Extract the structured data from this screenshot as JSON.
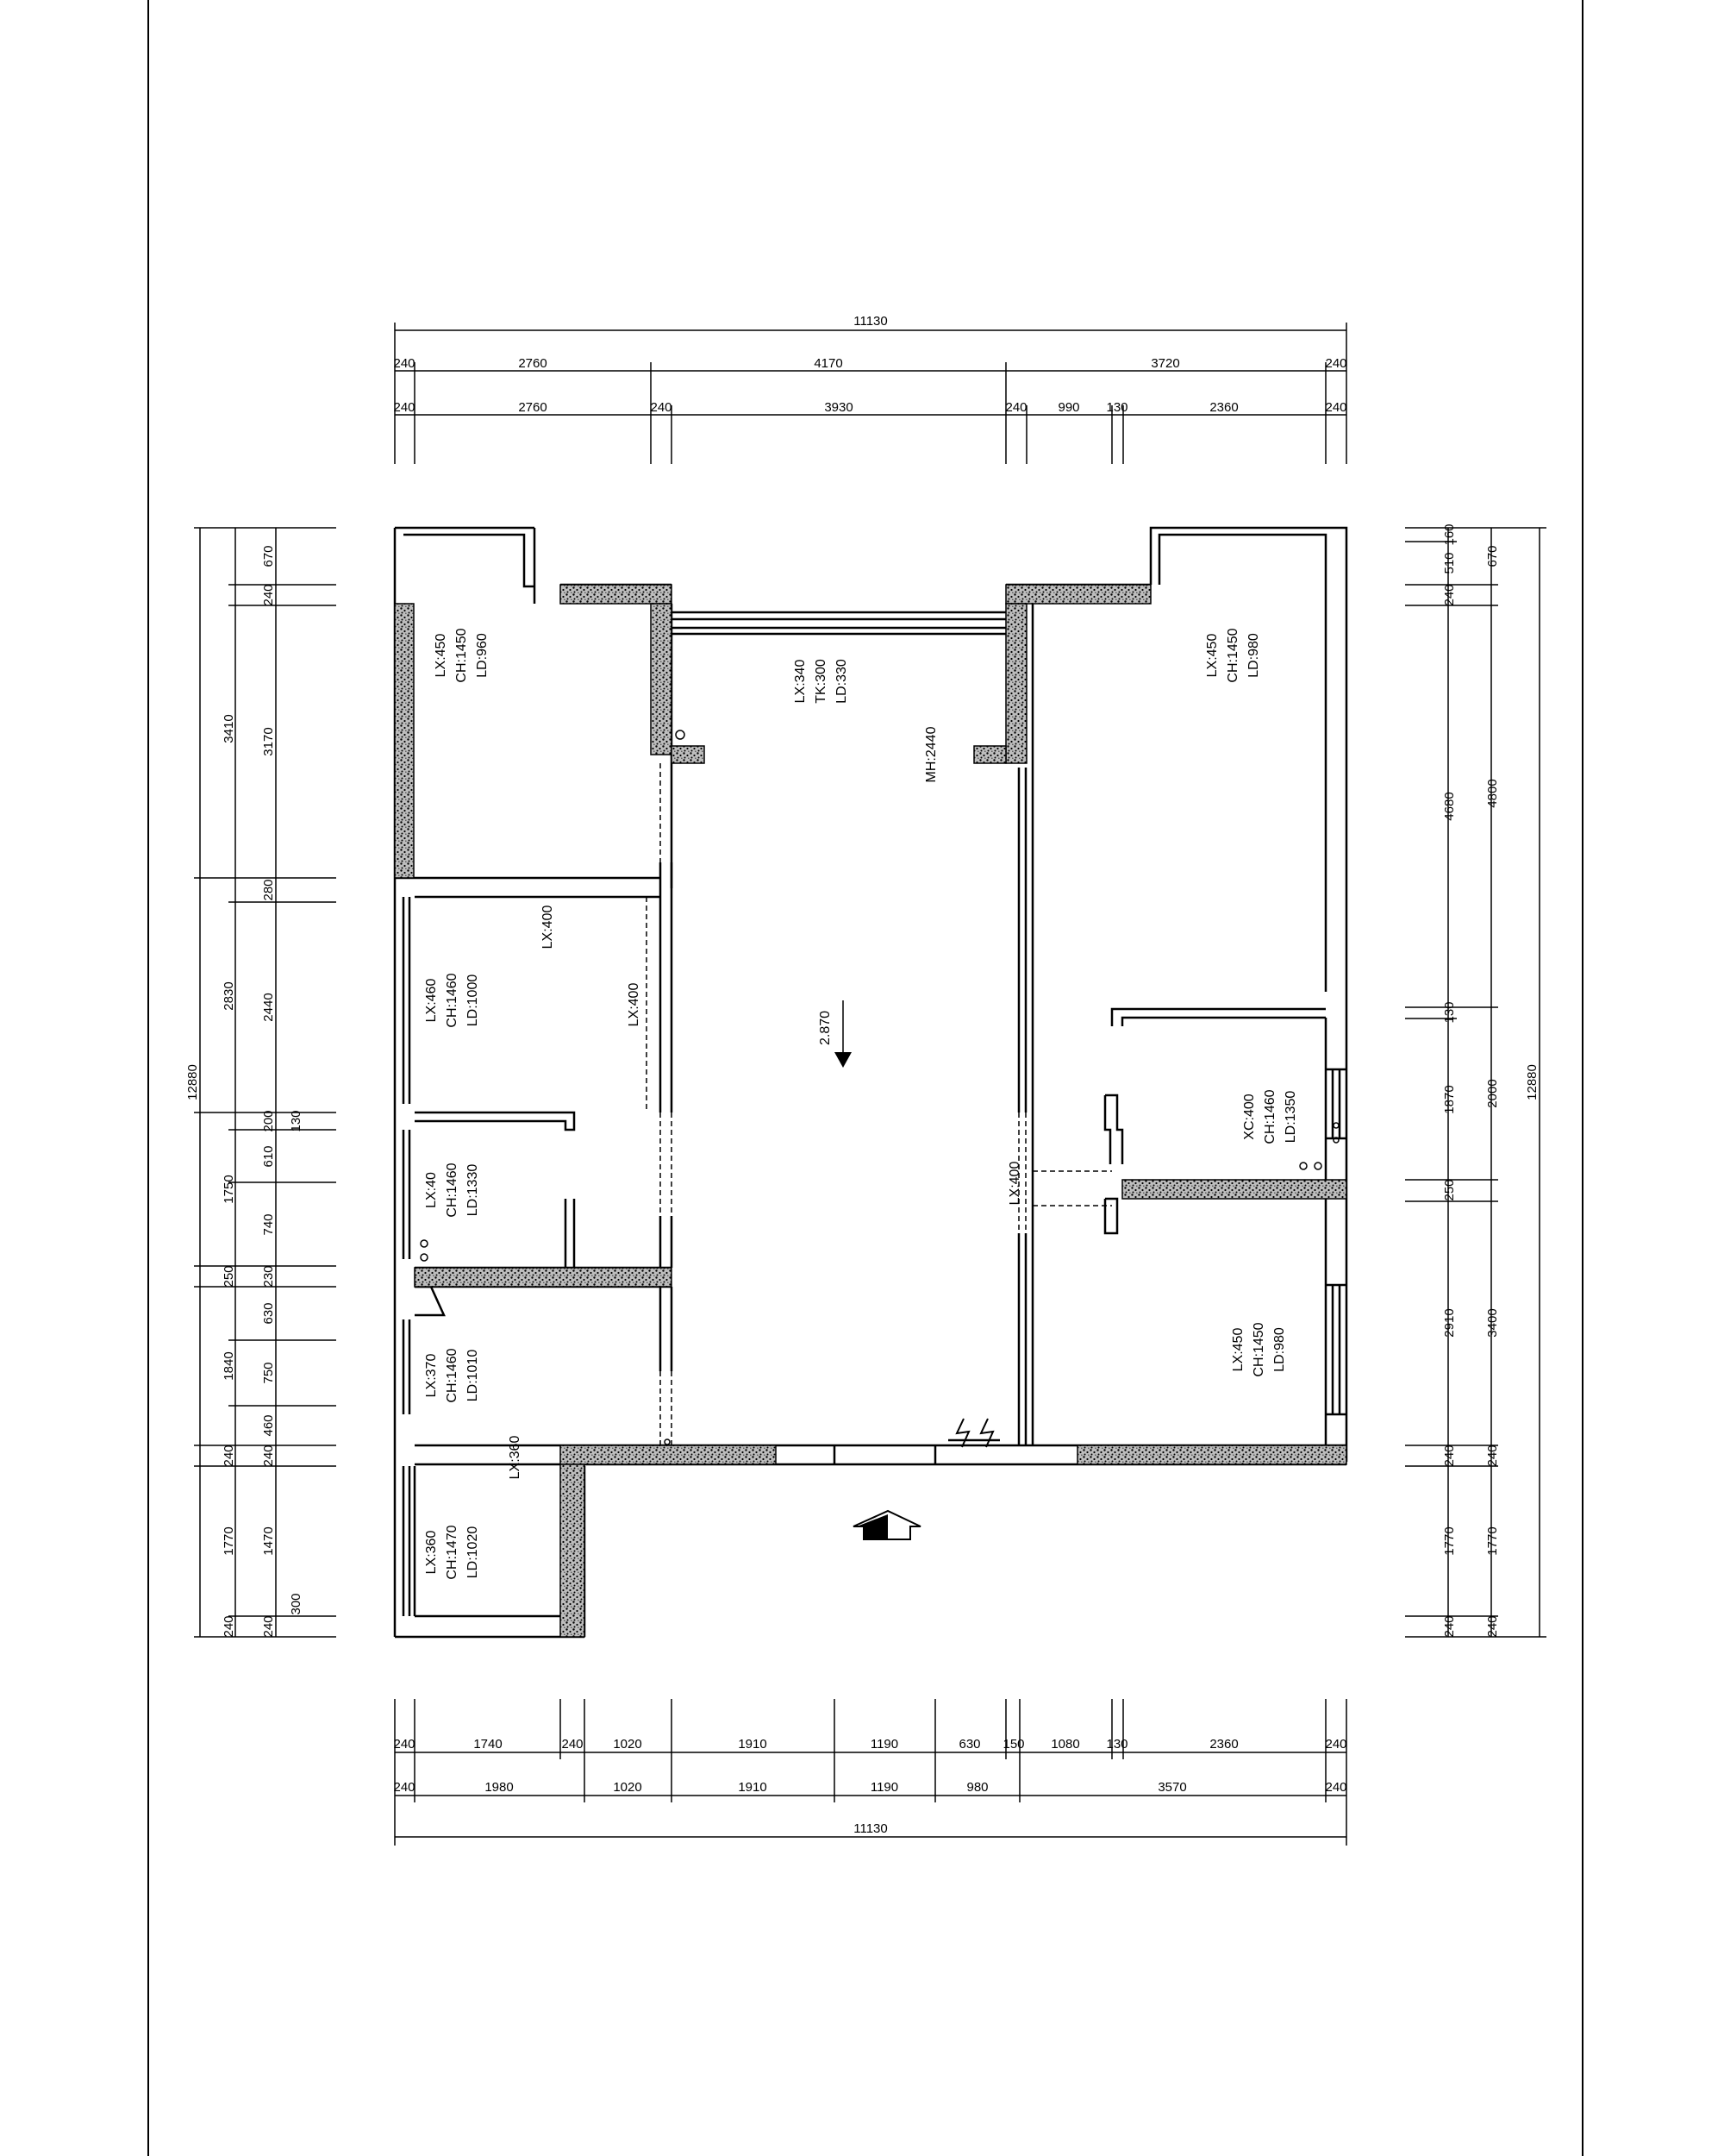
{
  "plan": {
    "top_total": "11130",
    "top_row1": [
      "240",
      "2760",
      "4170",
      "3720",
      "240"
    ],
    "top_row2": [
      "240",
      "2760",
      "240",
      "3930",
      "240",
      "990",
      "130",
      "2360",
      "240"
    ],
    "bottom_row1": [
      "240",
      "1740",
      "240",
      "1020",
      "1910",
      "1190",
      "630",
      "150",
      "1080",
      "130",
      "2360",
      "240"
    ],
    "bottom_row2": [
      "240",
      "1980",
      "1020",
      "1910",
      "1190",
      "980",
      "3570",
      "240"
    ],
    "bottom_total": "11130",
    "left_total": "12880",
    "left_outer": [
      "3410",
      "2830",
      "1750",
      "250",
      "1840",
      "240",
      "1770",
      "240"
    ],
    "left_inner": [
      "670",
      "240",
      "3170",
      "280",
      "2440",
      "200",
      "610",
      "740",
      "230",
      "630",
      "750",
      "460",
      "240",
      "1470",
      "240"
    ],
    "left_extra": [
      "130",
      "300"
    ],
    "right_total": "12880",
    "right_outer": [
      "160",
      "510",
      "240",
      "4680",
      "130",
      "1870",
      "250",
      "2910",
      "240",
      "1770",
      "240"
    ],
    "right_inner": [
      "670",
      "4800",
      "2000",
      "3400",
      "240",
      "1770",
      "240"
    ],
    "rooms": [
      {
        "lines": [
          "LX:450",
          "CH:1450",
          "LD:960"
        ]
      },
      {
        "lines": [
          "LX:340",
          "TK:300",
          "LD:330"
        ]
      },
      {
        "lines": [
          "LX:450",
          "CH:1450",
          "LD:980"
        ]
      },
      {
        "lines": [
          "LX:460",
          "CH:1460",
          "LD:1000"
        ]
      },
      {
        "lines": [
          "LX:40",
          "CH:1460",
          "LD:1330"
        ]
      },
      {
        "lines": [
          "LX:370",
          "CH:1460",
          "LD:1010"
        ]
      },
      {
        "lines": [
          "LX:360",
          "CH:1470",
          "LD:1020"
        ]
      },
      {
        "lines": [
          "XC:400",
          "CH:1460",
          "LD:1350"
        ]
      },
      {
        "lines": [
          "LX:450",
          "CH:1450",
          "LD:980"
        ]
      }
    ],
    "notes": {
      "lx400_a": "LX:400",
      "lx400_b": "LX:400",
      "lx400_c": "LX:400",
      "lx360": "LX:360",
      "mh": "MH:2440",
      "level": "2.870"
    }
  }
}
